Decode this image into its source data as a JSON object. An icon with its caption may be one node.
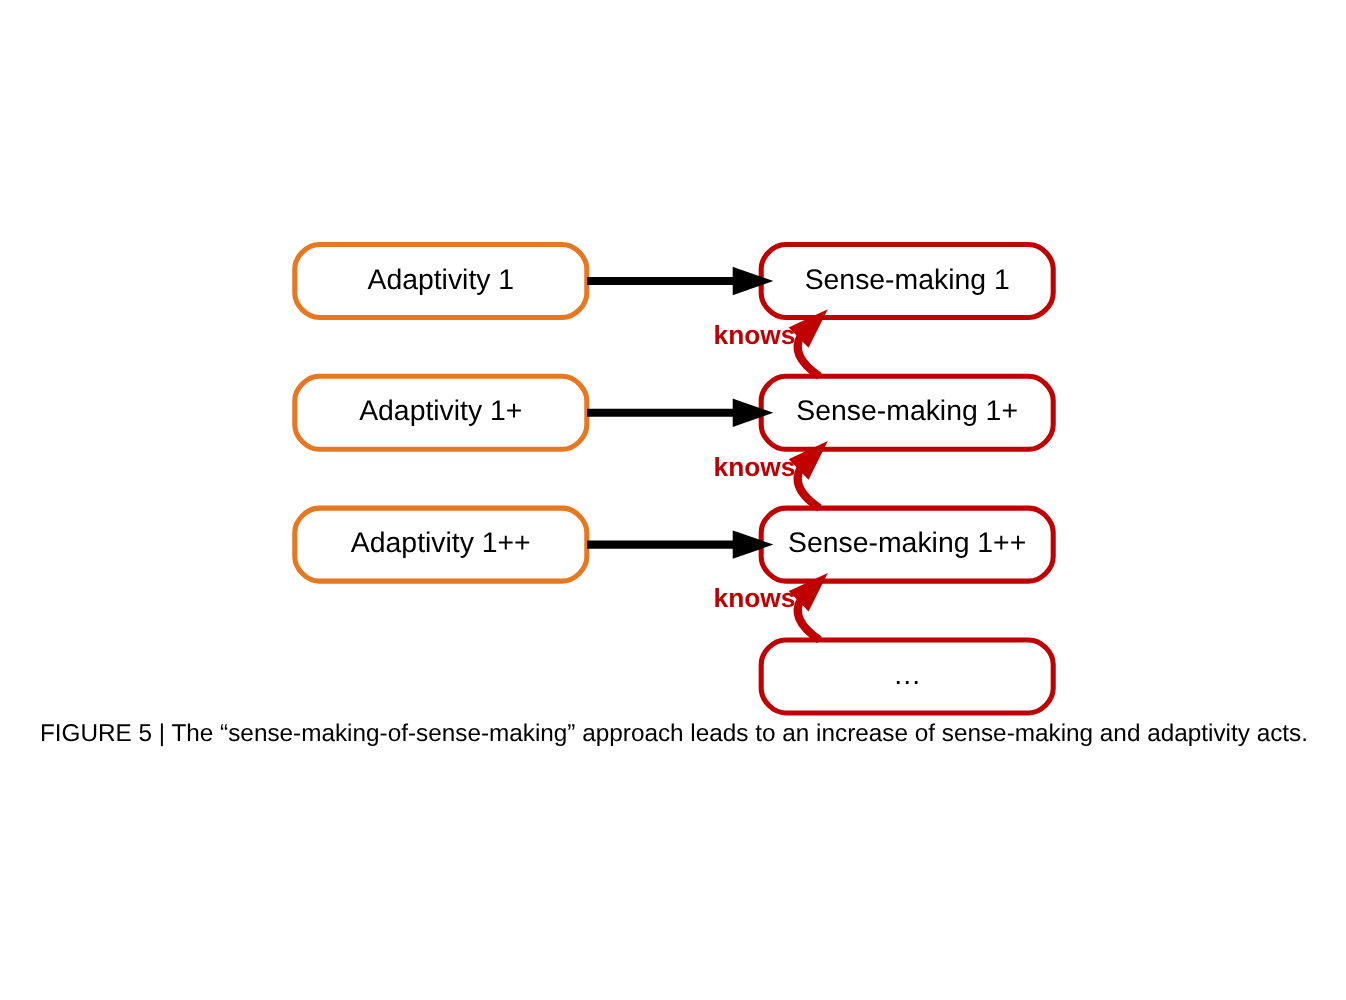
{
  "diagram": {
    "caption": "FIGURE 5 | The “sense-making-of-sense-making” approach leads to an increase of sense-making and adaptivity acts.",
    "nodes": [
      {
        "text": [
          "Adaptivity 1"
        ]
      },
      {
        "text": [
          "Sense-making 1"
        ]
      },
      {
        "text": [
          "Adaptivity 1+"
        ]
      },
      {
        "text": [
          "Sense-making 1+"
        ]
      },
      {
        "text": [
          "Adaptivity 1++"
        ]
      },
      {
        "text": [
          "Sense-making 1++"
        ]
      },
      {
        "text": [
          "…"
        ]
      }
    ],
    "edges": [
      {
        "from": 0,
        "to": 1,
        "arrow": "to"
      },
      {
        "from": 3,
        "to": 1,
        "arrow": "to",
        "label": "knows",
        "color": "#c00000"
      },
      {
        "from": 2,
        "to": 3,
        "arrow": "to"
      },
      {
        "from": 5,
        "to": 3,
        "arrow": "to",
        "label": "knows",
        "color": "#c00000"
      },
      {
        "from": 4,
        "to": 5,
        "arrow": "to"
      },
      {
        "from": 6,
        "to": 5,
        "arrow": "to",
        "label": "knows",
        "color": "#c00000"
      }
    ]
  }
}
